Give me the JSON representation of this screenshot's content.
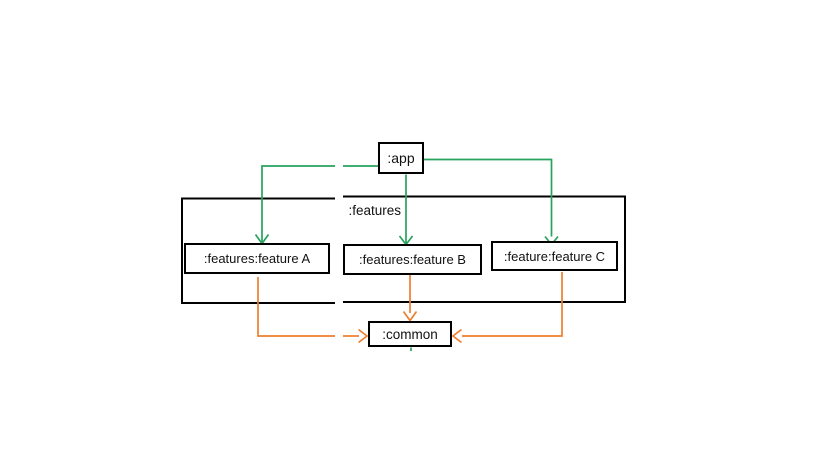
{
  "diagram": {
    "nodes": {
      "app": {
        "label": ":app"
      },
      "features": {
        "label": ":features"
      },
      "feature_a": {
        "label": ":features:feature A"
      },
      "feature_b": {
        "label": ":features:feature B"
      },
      "feature_c": {
        "label": ":feature:feature C"
      },
      "common": {
        "label": ":common"
      }
    },
    "edges": [
      {
        "from": ":app",
        "to": ":features:feature A",
        "color": "green"
      },
      {
        "from": ":app",
        "to": ":features:feature B",
        "color": "green"
      },
      {
        "from": ":app",
        "to": ":feature:feature C",
        "color": "green"
      },
      {
        "from": ":features:feature A",
        "to": ":common",
        "color": "orange"
      },
      {
        "from": ":features:feature B",
        "to": ":common",
        "color": "orange"
      },
      {
        "from": ":feature:feature C",
        "to": ":common",
        "color": "orange"
      }
    ],
    "colors": {
      "green_edge": "#27a35c",
      "orange_edge": "#ee7e2f",
      "structure": "#000000"
    }
  }
}
